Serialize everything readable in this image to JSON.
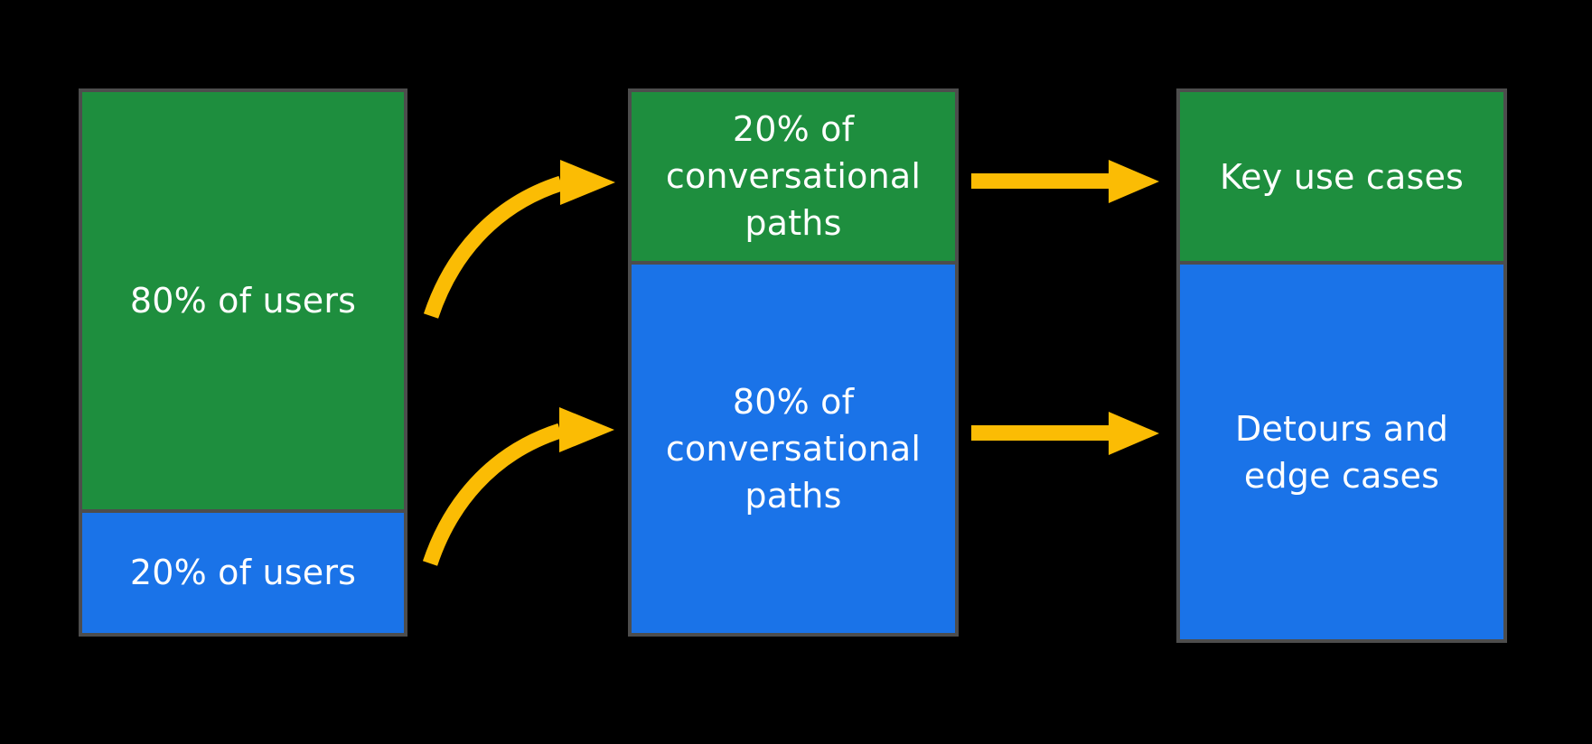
{
  "diagram": {
    "title": "",
    "columns": [
      {
        "id": "users",
        "segments": [
          {
            "label": "80% of users",
            "color_key": "green",
            "height_fraction": 0.77
          },
          {
            "label": "20% of users",
            "color_key": "blue",
            "height_fraction": 0.23
          }
        ]
      },
      {
        "id": "conversational-paths",
        "segments": [
          {
            "label": "20% of conversational paths",
            "color_key": "green",
            "height_fraction": 0.31
          },
          {
            "label": "80% of conversational paths",
            "color_key": "blue",
            "height_fraction": 0.69
          }
        ]
      },
      {
        "id": "use-cases",
        "segments": [
          {
            "label": "Key use cases",
            "color_key": "green",
            "height_fraction": 0.31
          },
          {
            "label": "Detours and edge cases",
            "color_key": "blue",
            "height_fraction": 0.69
          }
        ]
      }
    ],
    "arrows": [
      {
        "from": "80% of users",
        "to": "20% of conversational paths",
        "style": "curved"
      },
      {
        "from": "20% of users",
        "to": "80% of conversational paths",
        "style": "curved"
      },
      {
        "from": "20% of conversational paths",
        "to": "Key use cases",
        "style": "straight"
      },
      {
        "from": "80% of conversational paths",
        "to": "Detours and edge cases",
        "style": "straight"
      }
    ]
  },
  "colors": {
    "green": "#1E8E3E",
    "blue": "#1A73E8",
    "arrow": "#FBBC04",
    "border": "#4D4D4D",
    "background": "#000000",
    "text": "#FFFFFF"
  }
}
